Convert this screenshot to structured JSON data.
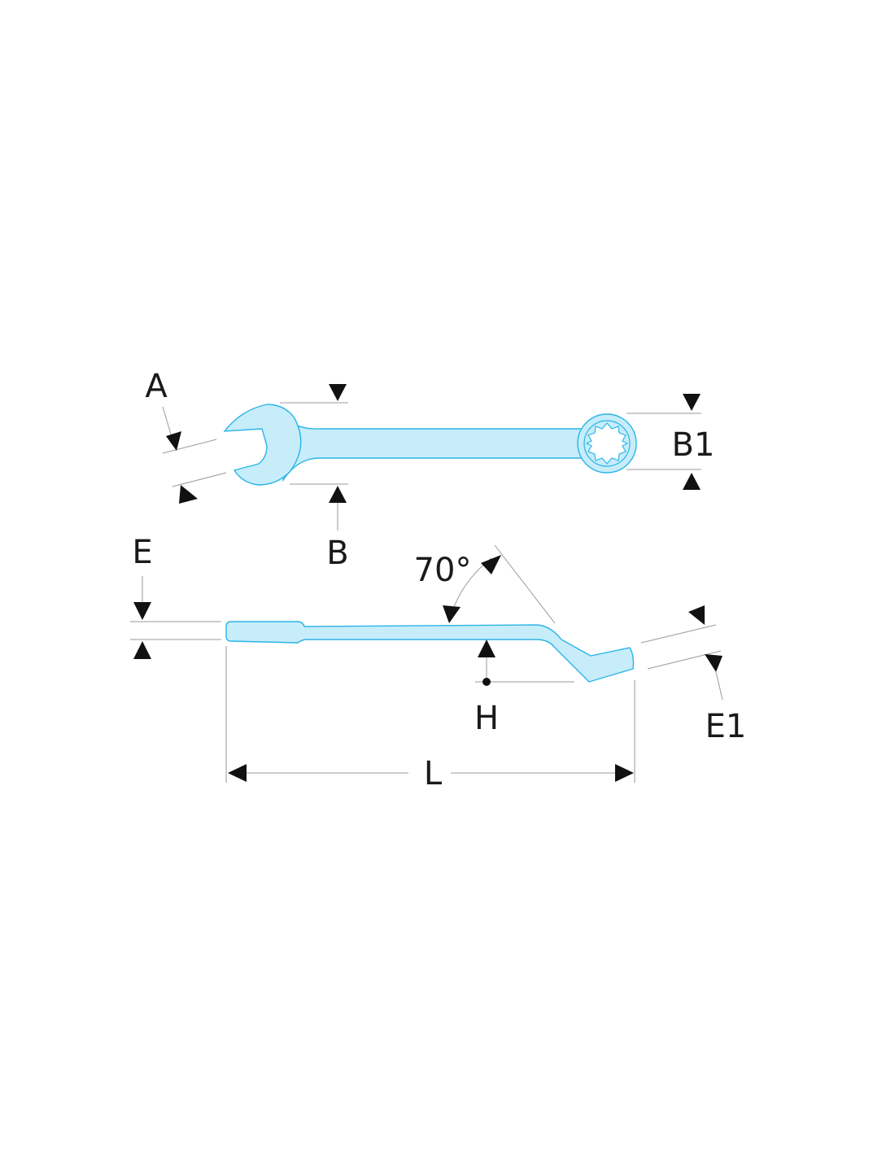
{
  "colors": {
    "tool_fill": "#c7ecfa",
    "tool_outline": "#2bb5e6",
    "arrow": "#111111",
    "extension_line": "#9a9a9a",
    "label": "#1a1a1a"
  },
  "labels": {
    "a": "A",
    "b": "B",
    "b1": "B1",
    "e": "E",
    "e1": "E1",
    "h": "H",
    "l": "L",
    "angle": "70°"
  }
}
